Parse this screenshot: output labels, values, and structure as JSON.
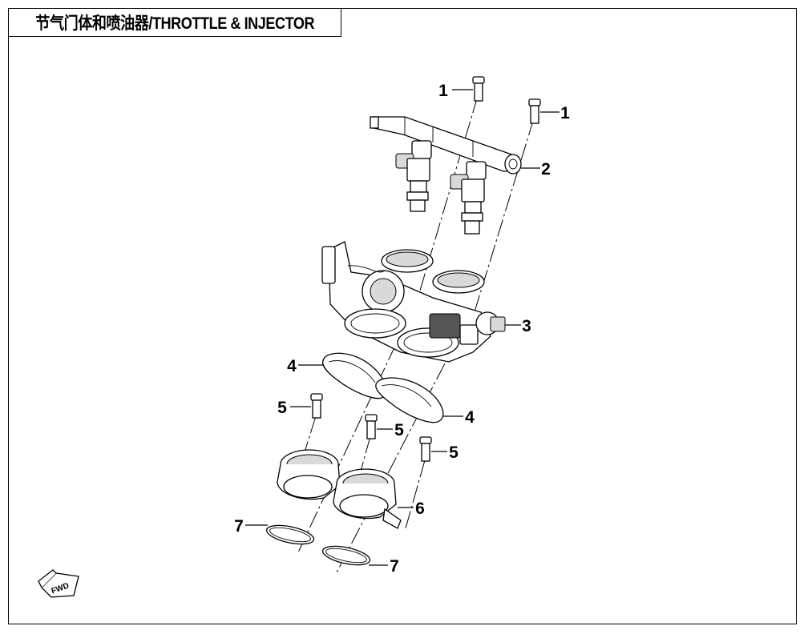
{
  "title": "节气门体和喷油器/THROTTLE & INJECTOR",
  "callouts": [
    "1",
    "1",
    "2",
    "3",
    "4",
    "4",
    "5",
    "5",
    "5",
    "6",
    "7",
    "7"
  ],
  "fwd_label": "FWD"
}
